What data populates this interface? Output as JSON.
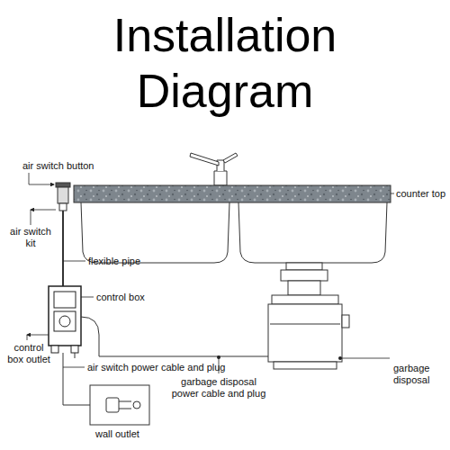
{
  "diagram": {
    "title": "Installation Diagram",
    "labels": [
      "air switch button",
      "counter top",
      "air switch kit",
      "flexible pipe",
      "control box",
      "control box outlet",
      "air switch power cable and plug",
      "garbage disposal",
      "garbage disposal power cable and plug",
      "wall outlet"
    ]
  }
}
